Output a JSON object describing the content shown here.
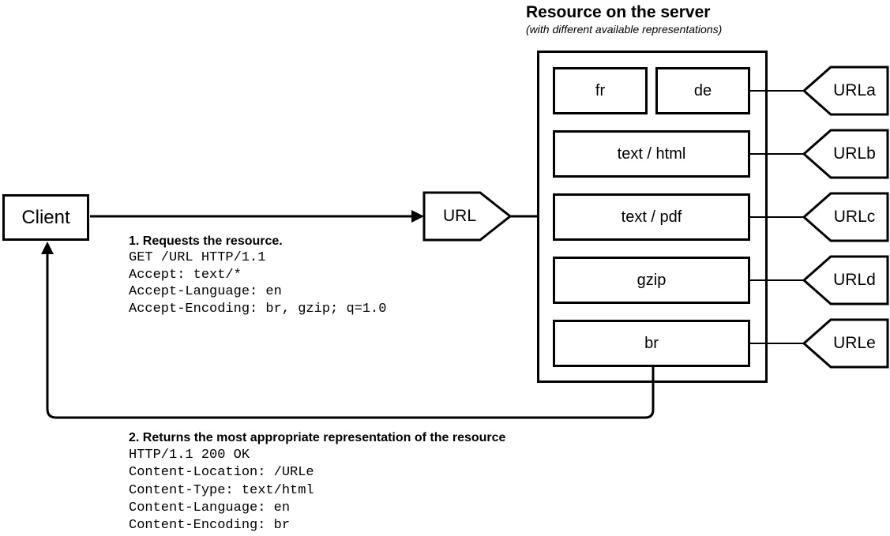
{
  "server_title": {
    "heading": "Resource on the server",
    "subtitle": "(with different available representations)"
  },
  "client": {
    "label": "Client"
  },
  "url_node": {
    "label": "URL"
  },
  "request": {
    "heading": "1. Requests the resource.",
    "lines": [
      "GET /URL HTTP/1.1",
      "Accept: text/*",
      "Accept-Language: en",
      "Accept-Encoding: br, gzip; q=1.0"
    ]
  },
  "response": {
    "heading": "2. Returns the most appropriate representation of the resource",
    "lines": [
      "HTTP/1.1 200 OK",
      "Content-Location: /URLe",
      "Content-Type: text/html",
      "Content-Language: en",
      "Content-Encoding: br"
    ]
  },
  "server": {
    "rows": [
      {
        "cells": [
          "fr",
          "de"
        ],
        "url": "URLa"
      },
      {
        "cells": [
          "text / html"
        ],
        "url": "URLb"
      },
      {
        "cells": [
          "text / pdf"
        ],
        "url": "URLc"
      },
      {
        "cells": [
          "gzip"
        ],
        "url": "URLd"
      },
      {
        "cells": [
          "br"
        ],
        "url": "URLe"
      }
    ]
  },
  "colors": {
    "stroke": "#000000",
    "background": "#ffffff"
  }
}
